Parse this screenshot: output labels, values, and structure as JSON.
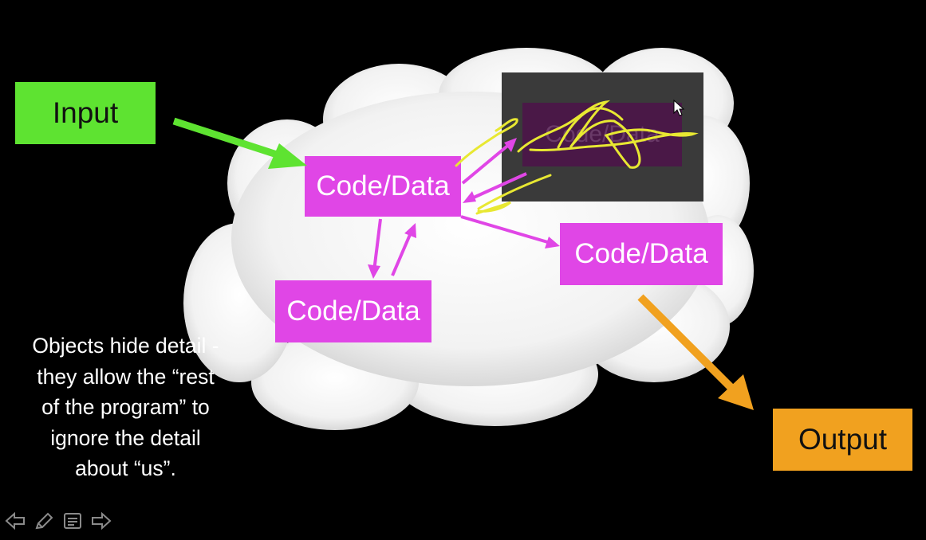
{
  "diagram": {
    "input_label": "Input",
    "output_label": "Output",
    "nodes": [
      "Code/Data",
      "Code/Data",
      "Code/Data",
      "Code/Data"
    ],
    "caption_lines": [
      "Objects hide detail -",
      "they allow the “rest",
      "of the program” to",
      "ignore the detail",
      "about “us”."
    ]
  },
  "colors": {
    "input": "#5ee331",
    "output": "#f1a11f",
    "node": "#e046e6",
    "scribble": "#e8e832",
    "background": "#000000"
  },
  "toolbar": {
    "icons": [
      "arrow-left-icon",
      "pen-icon",
      "slides-menu-icon",
      "arrow-right-icon"
    ]
  }
}
